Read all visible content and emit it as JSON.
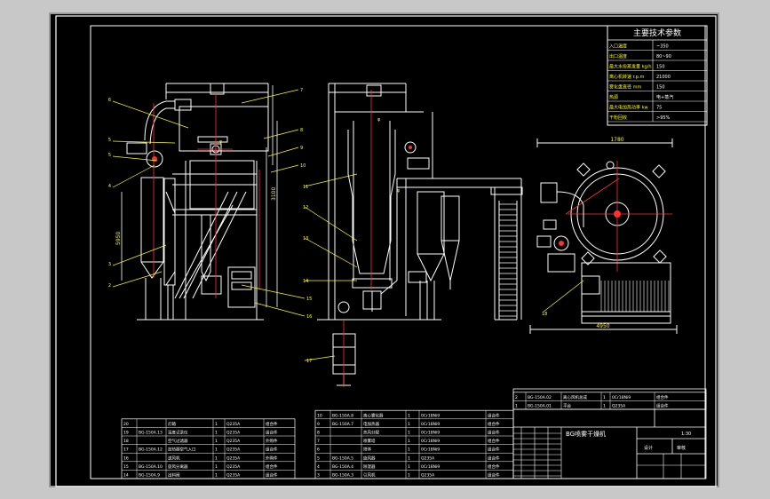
{
  "params_table": {
    "title": "主要技术参数",
    "rows": [
      {
        "label": "入口温度",
        "value": "~350"
      },
      {
        "label": "出口温度",
        "value": "80~90"
      },
      {
        "label": "最大水份蒸发量 kg/h",
        "value": "150"
      },
      {
        "label": "离心机转速 r.p.m",
        "value": "21000"
      },
      {
        "label": "雾化盘直径 mm",
        "value": "150"
      },
      {
        "label": "热源",
        "value": "电+蒸汽"
      },
      {
        "label": "最大电加热功率 kw",
        "value": "75"
      },
      {
        "label": "干粉回收",
        "value": ">95%"
      }
    ]
  },
  "dimensions": {
    "height_main": "5950",
    "height_upper": "3100",
    "width_side": "1780",
    "width_plan": "4950"
  },
  "callouts_left": [
    "6",
    "5",
    "5",
    "4",
    "3",
    "2"
  ],
  "callouts_right": [
    "7",
    "8",
    "9",
    "10",
    "11",
    "12",
    "13",
    "14",
    "15",
    "16",
    "17",
    "18"
  ],
  "bom_left": [
    {
      "no": "20",
      "code": "",
      "name": "灯箱",
      "qty": "1",
      "mat": "Q235A",
      "note": "组合件"
    },
    {
      "no": "19",
      "code": "BG-150A.13",
      "name": "温度记录仪",
      "qty": "1",
      "mat": "Q235A",
      "note": "组合件"
    },
    {
      "no": "18",
      "code": "",
      "name": "空气过滤器",
      "qty": "1",
      "mat": "Q235A",
      "note": "外购件"
    },
    {
      "no": "17",
      "code": "BG-150A.12",
      "name": "加热器空气入口",
      "qty": "1",
      "mat": "Q235A",
      "note": "组合件"
    },
    {
      "no": "16",
      "code": "",
      "name": "送风机",
      "qty": "1",
      "mat": "Q235A",
      "note": "外购件"
    },
    {
      "no": "15",
      "code": "BG-150A.10",
      "name": "旋风分离器",
      "qty": "1",
      "mat": "Q235A",
      "note": "组合件"
    },
    {
      "no": "14",
      "code": "BG-150A.9",
      "name": "出料阀",
      "qty": "1",
      "mat": "Q235A",
      "note": "组合件"
    }
  ],
  "bom_mid": [
    {
      "no": "10",
      "code": "BG-150A.8",
      "name": "离心雾化器",
      "qty": "1",
      "mat": "0Cr18Ni9",
      "note": "组合件"
    },
    {
      "no": "9",
      "code": "BG-150A.7",
      "name": "电加热器",
      "qty": "1",
      "mat": "0Cr18Ni9",
      "note": "组合件"
    },
    {
      "no": "8",
      "code": "",
      "name": "热风分配",
      "qty": "1",
      "mat": "0Cr18Ni9",
      "note": "组合件"
    },
    {
      "no": "7",
      "code": "",
      "name": "喷雾塔",
      "qty": "1",
      "mat": "0Cr18Ni9",
      "note": "组合件"
    },
    {
      "no": "6",
      "code": "",
      "name": "塔体",
      "qty": "1",
      "mat": "0Cr18Ni9",
      "note": "组合件"
    },
    {
      "no": "5",
      "code": "BG-150A.5",
      "name": "旋风器",
      "qty": "1",
      "mat": "Q235A",
      "note": "组合件"
    },
    {
      "no": "4",
      "code": "BG-150A.4",
      "name": "除湿器",
      "qty": "1",
      "mat": "0Cr18Ni9",
      "note": "组合件"
    },
    {
      "no": "3",
      "code": "BG-150A.3",
      "name": "引风机",
      "qty": "1",
      "mat": "Q235A",
      "note": "组合件"
    }
  ],
  "bom_right_top": [
    {
      "no": "2",
      "code": "BG-150A.02",
      "name": "离心风机总成",
      "qty": "1",
      "mat": "0Cr18Ni9",
      "note": "组合件"
    },
    {
      "no": "1",
      "code": "BG-150A.01",
      "name": "平台",
      "qty": "1",
      "mat": "Q235A",
      "note": "组合件"
    }
  ],
  "title_block": {
    "drawing_title": "BG喷雾干燥机",
    "sheet": "1:30",
    "designer": "设计",
    "checker": "审核"
  }
}
